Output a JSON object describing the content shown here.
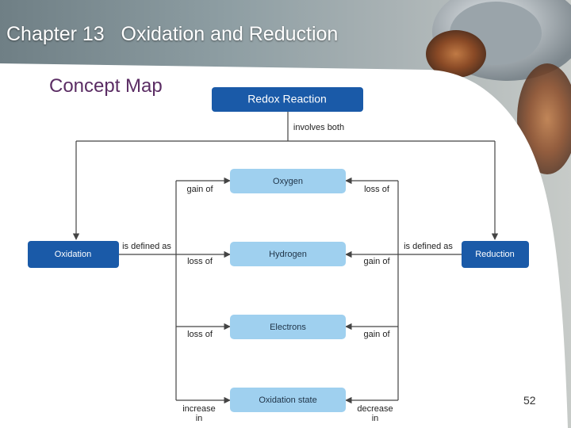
{
  "chapter_title": "Chapter 13   Oxidation and Reduction",
  "concept_title": "Concept Map",
  "page_number": "52",
  "colors": {
    "dark_box": "#1a5aa8",
    "light_box": "#9fd0ef",
    "title_purple": "#5b2d64",
    "line": "#444444"
  },
  "map": {
    "root": "Redox Reaction",
    "root_link": "involves both",
    "left": "Oxidation",
    "right": "Reduction",
    "left_link": "is defined as",
    "right_link": "is defined as",
    "center": [
      "Oxygen",
      "Hydrogen",
      "Electrons",
      "Oxidation state"
    ],
    "left_labels": [
      [
        "gain of"
      ],
      [
        "loss of"
      ],
      [
        "loss of"
      ],
      [
        "increase",
        "in"
      ]
    ],
    "right_labels": [
      [
        "loss of"
      ],
      [
        "gain of"
      ],
      [
        "gain of"
      ],
      [
        "decrease",
        "in"
      ]
    ]
  }
}
